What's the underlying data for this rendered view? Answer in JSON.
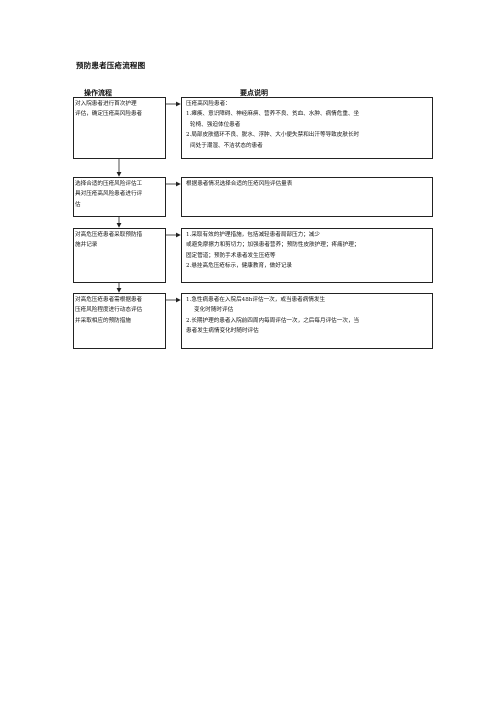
{
  "doc": {
    "title": "预防患者压疮流程图",
    "col_left": "操作流程",
    "col_right": "要点说明"
  },
  "rows": [
    {
      "step": [
        "对入院患者进行首次护理",
        "评估，确定压疮高风险患者"
      ],
      "notes": [
        "压疮高风险患者：",
        "1.瘫痪、意识障碍、神经麻痹、营养不良、贫血、水肿、病情危重、坐",
        "轮椅、强迫体位患者",
        "2.局部皮肤循环不良、脱水、浮肿、大小便失禁和出汗等导致皮肤长时",
        "间处于潮湿、不洁状态的患者"
      ]
    },
    {
      "step": [
        "选择合适的压疮风险评估工",
        "具对压疮高风险患者进行评",
        "估"
      ],
      "notes": [
        "根据患者情况选择合适的压疮风险评估量表"
      ]
    },
    {
      "step": [
        "对高危压疮患者采取预防措",
        "施并记录"
      ],
      "notes": [
        "1.采取有效的护理措施，包括减轻患者局部压力；减少",
        "或避免摩擦力和剪切力；加强患者营养；预防性皮肤护理；疼痛护理；",
        "固定管道；预防手术患者发生压疮等",
        "2.悬挂高危压疮标示，健康教育，做好记录"
      ]
    },
    {
      "step": [
        "对高危压疮患者需根据患者",
        "压疮风险程度进行动态评估",
        "并采取相应的预防措施"
      ],
      "notes": [
        "1.急性病患者在入院后48h评估一次，或当患者病情发生",
        "变化时随时评估",
        "2.长期护理的患者入院前四周内每周评估一次，之后每月评估一次，当",
        "患者发生病情变化时随时评估"
      ]
    }
  ]
}
